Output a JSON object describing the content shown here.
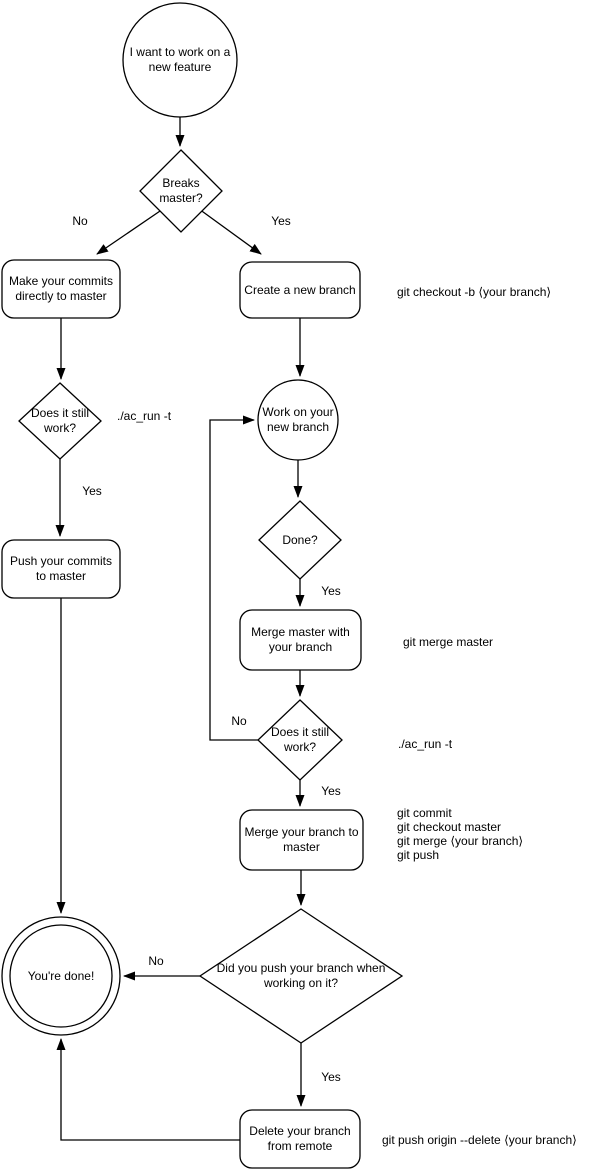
{
  "diagram_title": "Git feature workflow flowchart",
  "colors": {
    "background": "#ffffff",
    "stroke": "#000000",
    "text": "#000000"
  },
  "nodes": {
    "start": {
      "type": "start-circle",
      "label": "I want to work on a new feature"
    },
    "breaks_master": {
      "type": "decision",
      "label": "Breaks master?"
    },
    "make_commits": {
      "type": "process",
      "label": "Make your commits directly to master"
    },
    "create_branch": {
      "type": "process",
      "label": "Create a new branch"
    },
    "does_it_work_1": {
      "type": "decision",
      "label": "Does it still work?"
    },
    "push_commits": {
      "type": "process",
      "label": "Push your commits to master"
    },
    "work_branch": {
      "type": "state-circle",
      "label": "Work on your new branch"
    },
    "done": {
      "type": "decision",
      "label": "Done?"
    },
    "merge_master": {
      "type": "process",
      "label": "Merge master with your branch"
    },
    "does_it_work_2": {
      "type": "decision",
      "label": "Does it still work?"
    },
    "merge_branch": {
      "type": "process",
      "label": "Merge your branch to master"
    },
    "did_you_push": {
      "type": "decision",
      "label": "Did you push your branch when working on it?"
    },
    "youre_done": {
      "type": "terminal-circle",
      "label": "You're done!"
    },
    "delete_branch": {
      "type": "process",
      "label": "Delete your branch from remote"
    }
  },
  "edge_labels": {
    "breaks_no": "No",
    "breaks_yes": "Yes",
    "work1_yes": "Yes",
    "done_yes": "Yes",
    "work2_no": "No",
    "work2_yes": "Yes",
    "push_no": "No",
    "push_yes": "Yes"
  },
  "annotations": {
    "checkout_cmd": "git checkout -b ⟨your branch⟩",
    "ac_run_1": "./ac_run -t",
    "merge_master_cmd": "git merge master",
    "ac_run_2": "./ac_run -t",
    "merge_branch_cmds": [
      "git commit",
      "git checkout master",
      "git merge ⟨your branch⟩",
      "git push"
    ],
    "delete_remote_cmd": "git push origin --delete ⟨your branch⟩"
  }
}
